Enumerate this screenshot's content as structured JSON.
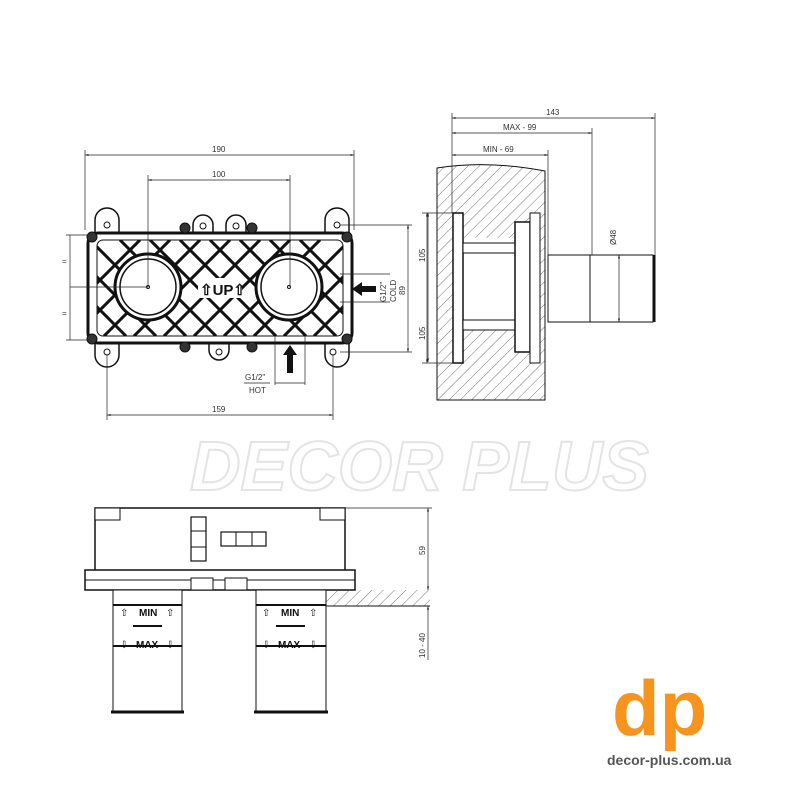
{
  "front_view": {
    "dim_width": "190",
    "dim_centers": "100",
    "dim_mount": "159",
    "dim_height_inner": "89",
    "dim_height_outer": "105",
    "dim_equal_top": "=",
    "dim_equal_bottom": "=",
    "up_label": "⇧UP⇧",
    "cold_thread": "G1/2\"",
    "cold_label": "COLD",
    "hot_thread": "G1/2\"",
    "hot_label": "HOT"
  },
  "side_view": {
    "dim_total": "143",
    "dim_max": "MAX - 99",
    "dim_min": "MIN - 69",
    "dim_height": "105",
    "dim_diameter": "Ø48"
  },
  "bottom_view": {
    "min_label": "MIN",
    "max_label": "MAX",
    "dim_height": "59",
    "dim_range": "10 - 40"
  },
  "watermark": "DECOR PLUS",
  "logo": {
    "mark": "dp",
    "url": "decor-plus.com.ua",
    "color": "#f7941d"
  }
}
